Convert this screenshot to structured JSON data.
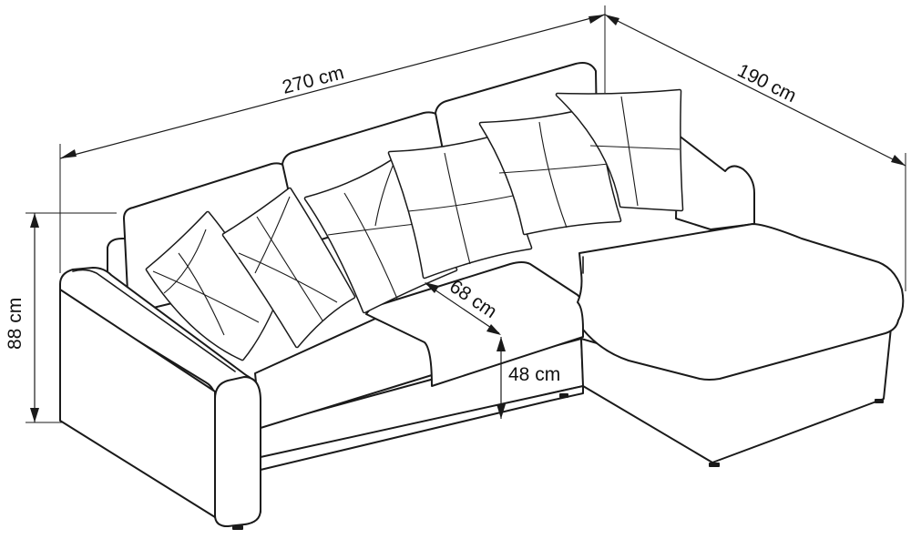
{
  "dimensions": {
    "width_label": "270 cm",
    "depth_label": "190 cm",
    "height_label": "88 cm",
    "seat_depth_label": "68 cm",
    "seat_height_label": "48 cm"
  }
}
